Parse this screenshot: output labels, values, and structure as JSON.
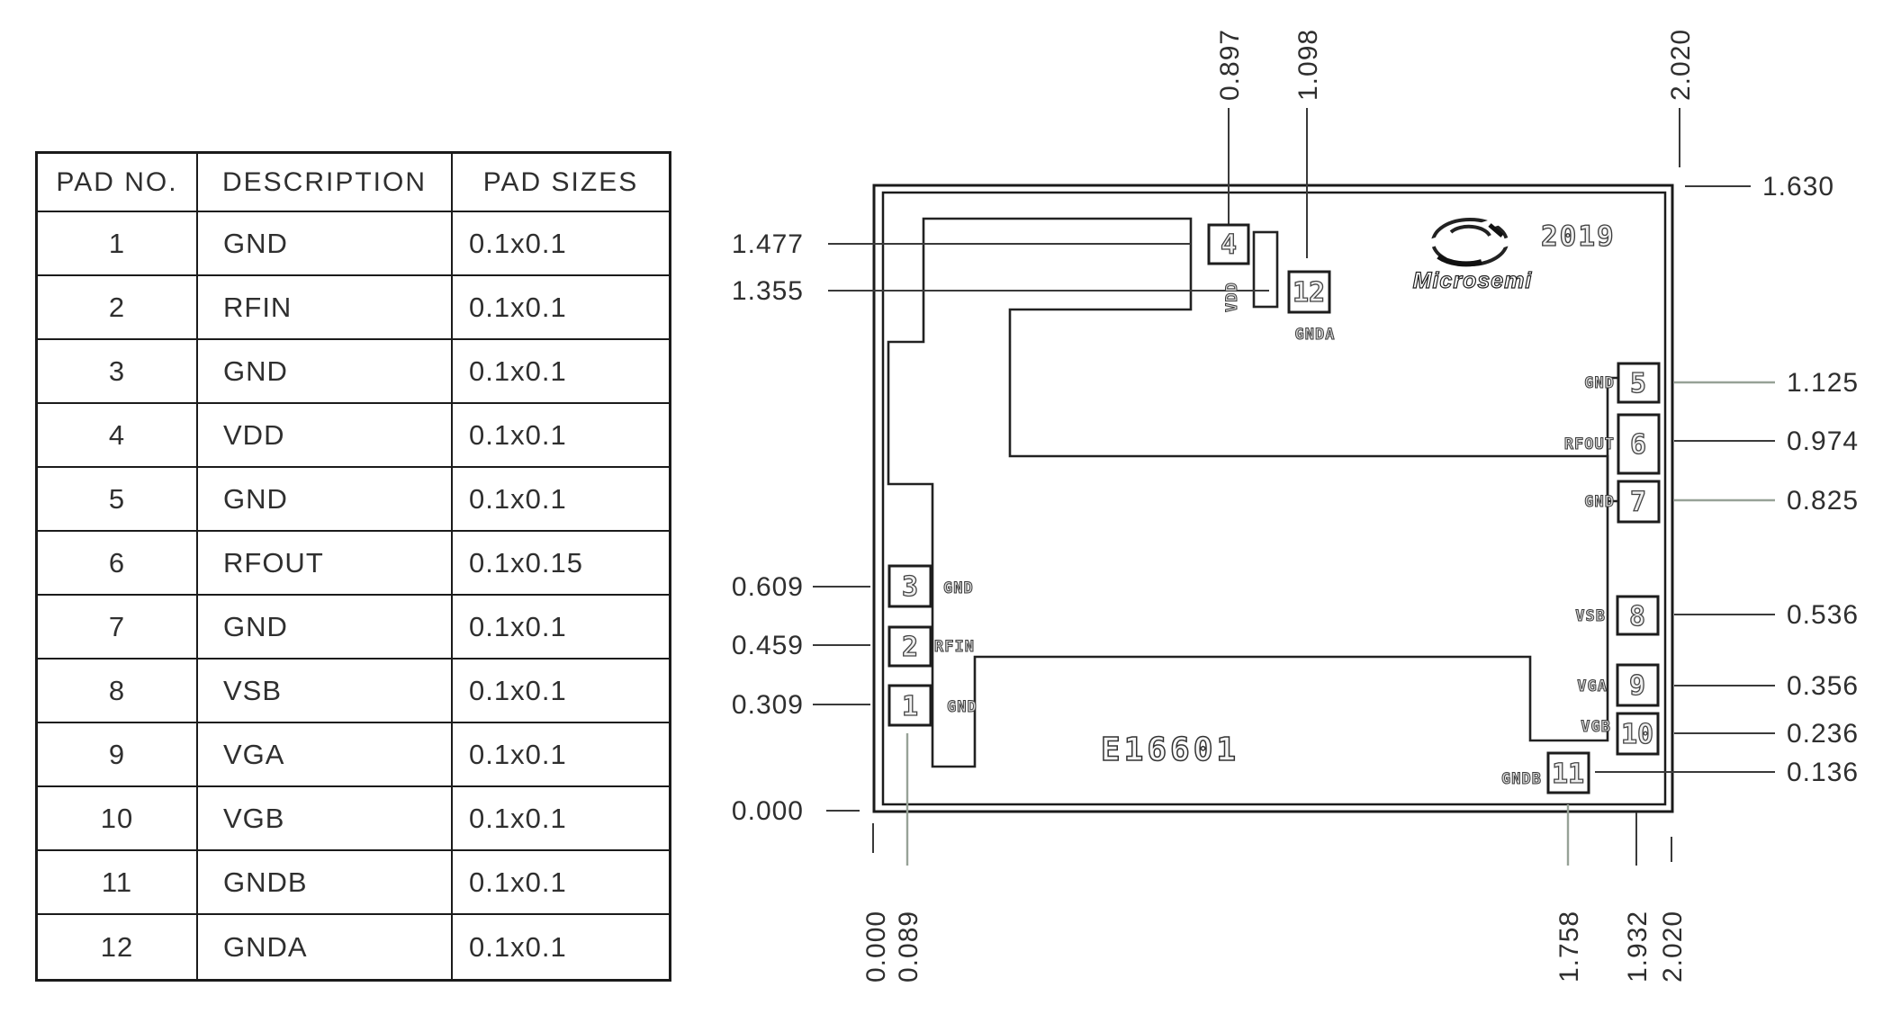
{
  "table": {
    "headers": [
      "PAD NO.",
      "DESCRIPTION",
      "PAD SIZES"
    ],
    "rows": [
      {
        "no": "1",
        "desc": "GND",
        "size": "0.1x0.1"
      },
      {
        "no": "2",
        "desc": "RFIN",
        "size": "0.1x0.1"
      },
      {
        "no": "3",
        "desc": "GND",
        "size": "0.1x0.1"
      },
      {
        "no": "4",
        "desc": "VDD",
        "size": "0.1x0.1"
      },
      {
        "no": "5",
        "desc": "GND",
        "size": "0.1x0.1"
      },
      {
        "no": "6",
        "desc": "RFOUT",
        "size": "0.1x0.15"
      },
      {
        "no": "7",
        "desc": "GND",
        "size": "0.1x0.1"
      },
      {
        "no": "8",
        "desc": "VSB",
        "size": "0.1x0.1"
      },
      {
        "no": "9",
        "desc": "VGA",
        "size": "0.1x0.1"
      },
      {
        "no": "10",
        "desc": "VGB",
        "size": "0.1x0.1"
      },
      {
        "no": "11",
        "desc": "GNDB",
        "size": "0.1x0.1"
      },
      {
        "no": "12",
        "desc": "GNDA",
        "size": "0.1x0.1"
      }
    ]
  },
  "chip": {
    "branding": {
      "logo": "Microsemi",
      "year": "2019",
      "part": "E16601"
    },
    "pads": {
      "p1": {
        "no": "1",
        "label": "GND"
      },
      "p2": {
        "no": "2",
        "label": "RFIN"
      },
      "p3": {
        "no": "3",
        "label": "GND"
      },
      "p4": {
        "no": "4",
        "label": "VDD"
      },
      "p5": {
        "no": "5",
        "label": "GND"
      },
      "p6": {
        "no": "6",
        "label": "RFOUT"
      },
      "p7": {
        "no": "7",
        "label": "GND"
      },
      "p8": {
        "no": "8",
        "label": "VSB"
      },
      "p9": {
        "no": "9",
        "label": "VGA"
      },
      "p10": {
        "no": "10",
        "label": "VGB"
      },
      "p11": {
        "no": "11",
        "label": "GNDB"
      },
      "p12": {
        "no": "12",
        "label": "GNDA"
      }
    },
    "dims": {
      "top_0897": "0.897",
      "top_1098": "1.098",
      "top_2020": "2.020",
      "right_1630": "1.630",
      "right_1125": "1.125",
      "right_0974": "0.974",
      "right_0825": "0.825",
      "right_0536": "0.536",
      "right_0356": "0.356",
      "right_0236": "0.236",
      "right_0136": "0.136",
      "left_1477": "1.477",
      "left_1355": "1.355",
      "left_0609": "0.609",
      "left_0459": "0.459",
      "left_0309": "0.309",
      "left_0000": "0.000",
      "bottom_0000": "0.000",
      "bottom_0089": "0.089",
      "bottom_1758": "1.758",
      "bottom_1932": "1.932",
      "bottom_2020": "2.020"
    }
  }
}
